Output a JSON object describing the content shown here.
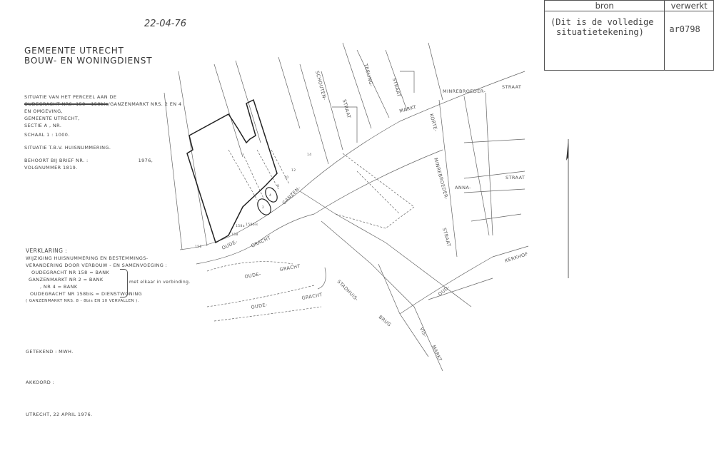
{
  "stamp": {
    "headers": [
      "bron",
      "verwerkt"
    ],
    "bron": [
      "(Dit is de volledige",
      "situatietekening)"
    ],
    "verwerkt": "ar0798"
  },
  "handwritten_date": "22-04-76",
  "header": {
    "line1": "GEMEENTE UTRECHT",
    "line2": "BOUW- EN WONINGDIENST"
  },
  "info": {
    "l1": "SITUATIE VAN HET PERCEEL AAN DE",
    "l2_struck": "OUDEGRACHT NRS. 158 - 158bis",
    "l2_rest": "/GANZENMARKT NRS. 2 EN 4",
    "l3": "EN OMGEVING,",
    "l4": "GEMEENTE UTRECHT,",
    "l5": "SECTIE   A ,     NR.",
    "scale": "SCHAAL  1 : 1000.",
    "purpose": "SITUATIE T.B.V. HUISNUMMERING.",
    "brief": "BEHOORT BIJ BRIEF NR. :",
    "year": "1976,",
    "volgnummer": "VOLGNUMMER 1819."
  },
  "verklaring": {
    "title": "VERKLARING :",
    "l1": "WIJZIGING HUISNUMMERING EN BESTEMMINGS-",
    "l2": "VERANDERING DOOR VERBOUW - EN SAMENVOEGING :",
    "items": [
      "OUDEGRACHT  NR  158  = BANK",
      "GANZENMARKT  NR   2   = BANK",
      ",              NR   4   = BANK",
      "OUDEGRACHT  NR 158bis = DIENSTWONING"
    ],
    "bracket_note": "met elkaar in verbinding.",
    "note": "( GANZENMARKT NRS. 8 - 8bis EN 10 VERVALLEN )."
  },
  "footer": {
    "getekend": "GETEKEND :   MWH.",
    "akkoord": "AKKOORD :",
    "place_date": "UTRECHT,  22 APRIL  1976."
  },
  "map": {
    "streets": {
      "schouten": "SCHOUTEN-",
      "teeling": "TEELING-",
      "straat1": "STRAAT",
      "straat2": "STRAAT",
      "minrebroeder": "MINREBROEDER-",
      "straat3": "STRAAT",
      "markt": "MARKT",
      "korte": "KORTE-",
      "minrebroeder2": "MINREBROEDER-",
      "straat4": "STRAAT",
      "anna": "ANNA-",
      "straat5": "STRAAT",
      "ganzen": "GANZEN-",
      "oude1": "OUDE-",
      "gracht1": "GRACHT",
      "oude2": "OUDE-",
      "gracht2": "GRACHT",
      "oude3": "OUDE-",
      "gracht3": "GRACHT",
      "stadhuis": "STADHUIS-",
      "brug": "BRUG",
      "vis": "VIS-",
      "markt2": "MARKT",
      "oud": "OUD-",
      "kerkhof": "KERKHOF"
    },
    "numbers": [
      "156",
      "158",
      "158a",
      "158bis",
      "2",
      "4",
      "8",
      "10",
      "12",
      "14"
    ]
  }
}
